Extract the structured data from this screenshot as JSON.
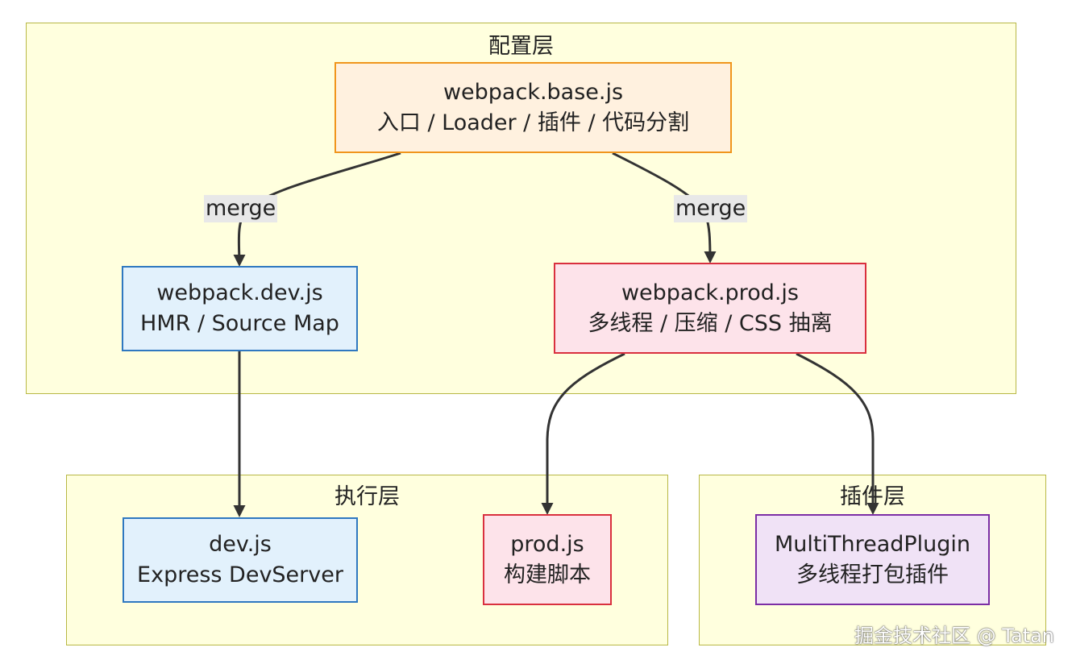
{
  "layers": {
    "config": {
      "title": "配置层"
    },
    "exec": {
      "title": "执行层"
    },
    "plugin": {
      "title": "插件层"
    }
  },
  "nodes": {
    "base": {
      "line1": "webpack.base.js",
      "line2": "入口 / Loader / 插件 / 代码分割"
    },
    "dev": {
      "line1": "webpack.dev.js",
      "line2": "HMR / Source Map"
    },
    "prod": {
      "line1": "webpack.prod.js",
      "line2": "多线程 / 压缩 / CSS 抽离"
    },
    "devjs": {
      "line1": "dev.js",
      "line2": "Express DevServer"
    },
    "prodjs": {
      "line1": "prod.js",
      "line2": "构建脚本"
    },
    "multithread": {
      "line1": "MultiThreadPlugin",
      "line2": "多线程打包插件"
    }
  },
  "edges": {
    "base_to_dev": {
      "label": "merge"
    },
    "base_to_prod": {
      "label": "merge"
    }
  },
  "watermark": "掘金技术社区 @ Tatan",
  "colors": {
    "layer_fill": "#ffffde",
    "layer_border": "#b8b845",
    "base_fill": "#fff1df",
    "base_border": "#f0951c",
    "dev_fill": "#e2f1fc",
    "dev_border": "#2f78c0",
    "prod_fill": "#fde3ea",
    "prod_border": "#d9303e",
    "plugin_fill": "#f0e2f6",
    "plugin_border": "#7b2ea5",
    "edge": "#333333"
  }
}
